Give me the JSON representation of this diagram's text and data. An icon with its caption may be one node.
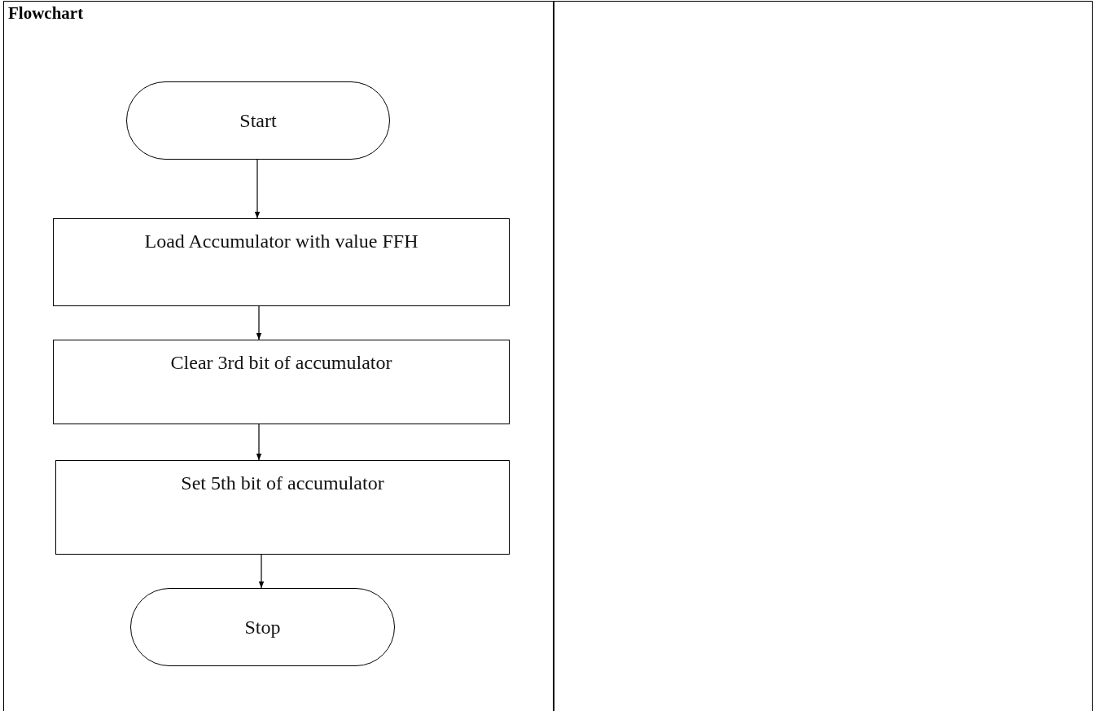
{
  "diagram": {
    "title": "Flowchart",
    "nodes": [
      {
        "text": [
          "Start"
        ]
      },
      {
        "text": [
          "Load Accumulator with value FFH"
        ]
      },
      {
        "text": [
          "Clear 3rd bit of accumulator"
        ]
      },
      {
        "text": [
          "Set 5th bit of accumulator"
        ]
      },
      {
        "text": [
          "Stop"
        ]
      }
    ],
    "edges": [
      {
        "from": 0,
        "to": 1,
        "arrow": "to"
      },
      {
        "from": 1,
        "to": 2,
        "arrow": "to"
      },
      {
        "from": 2,
        "to": 3,
        "arrow": "to"
      },
      {
        "from": 3,
        "to": 4,
        "arrow": "to"
      }
    ]
  }
}
